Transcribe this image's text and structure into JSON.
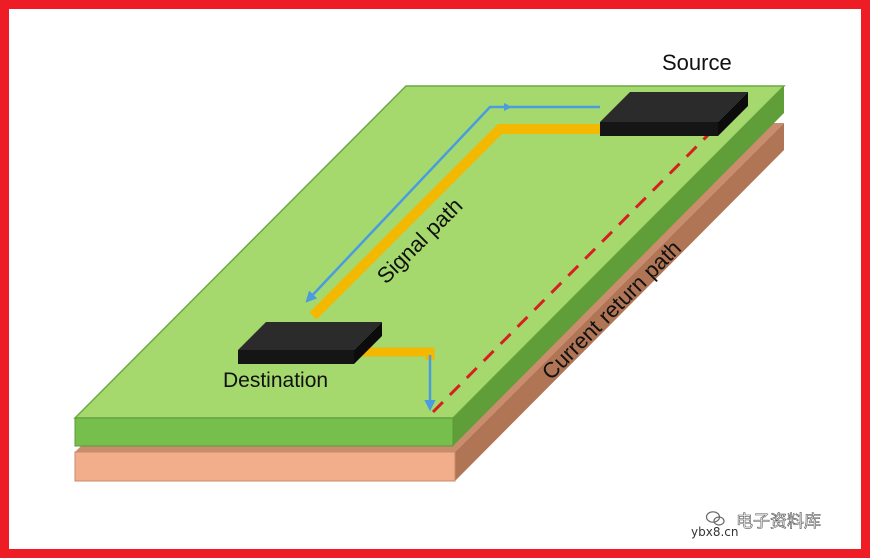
{
  "labels": {
    "source": "Source",
    "destination": "Destination",
    "signal_path": "Signal path",
    "return_path": "Current return path"
  },
  "watermark": {
    "channel": "电子资料库",
    "site": "ybx8.cn"
  },
  "colors": {
    "frame": "#ee1c24",
    "board_top": "#a5d96e",
    "board_edge": "#77bf4d",
    "ground_top": "#c98c6c",
    "ground_edge": "#f2ae8b",
    "trace": "#f5b800",
    "signal_arrow": "#4a9be0",
    "return_path": "#d62020",
    "chip": "#2b2b2b"
  }
}
